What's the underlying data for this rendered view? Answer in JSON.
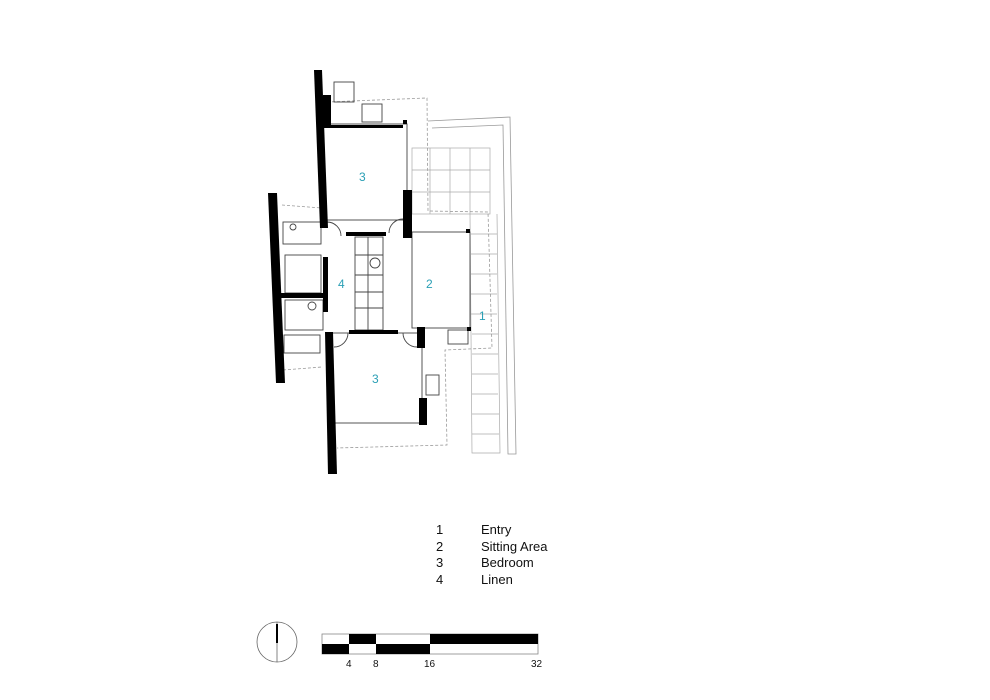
{
  "rooms": {
    "entry": "1",
    "sitting": "2",
    "bedroom_top": "3",
    "bedroom_bottom": "3",
    "linen": "4"
  },
  "legend": [
    {
      "num": "1",
      "label": "Entry"
    },
    {
      "num": "2",
      "label": "Sitting Area"
    },
    {
      "num": "3",
      "label": "Bedroom"
    },
    {
      "num": "4",
      "label": "Linen"
    }
  ],
  "scale_bar": {
    "ticks": [
      "4",
      "8",
      "16",
      "32"
    ]
  },
  "colors": {
    "room_label": "#2a9fb5",
    "wall": "#000000"
  },
  "north_arrow": "north-arrow-icon"
}
